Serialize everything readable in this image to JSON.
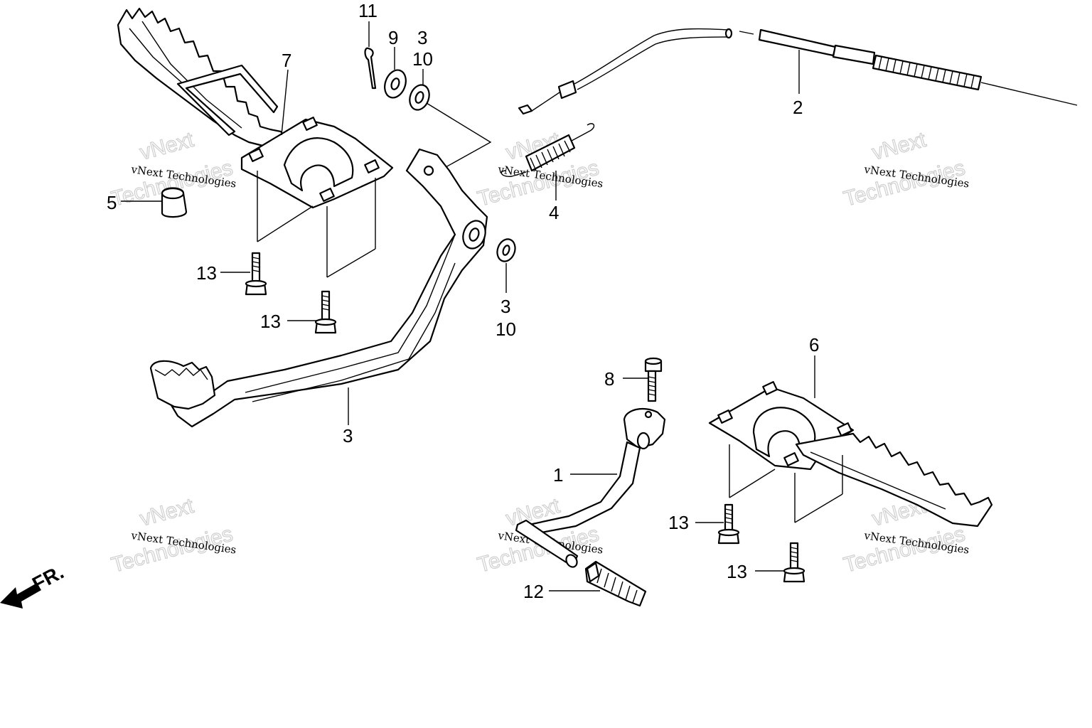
{
  "callouts": {
    "c11": "11",
    "c9": "9",
    "c3_top": "3",
    "c10_top": "10",
    "c7": "7",
    "c2": "2",
    "c4": "4",
    "c5": "5",
    "c13_a": "13",
    "c13_b": "13",
    "c3_mid": "3",
    "c10_mid": "10",
    "c3_pedal": "3",
    "c6": "6",
    "c8": "8",
    "c1": "1",
    "c13_c": "13",
    "c13_d": "13",
    "c12": "12"
  },
  "direction_label": "FR.",
  "watermark": {
    "company": "vNext Technologies",
    "line1": "vNext",
    "line2": "Technologies"
  }
}
